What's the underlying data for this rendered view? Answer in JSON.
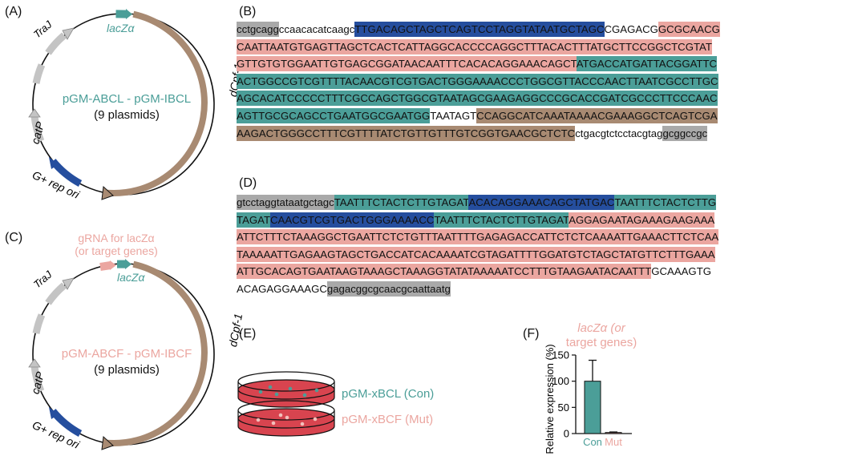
{
  "panels": {
    "A": "(A)",
    "B": "(B)",
    "C": "(C)",
    "D": "(D)",
    "E": "(E)",
    "F": "(F)"
  },
  "plasmidA": {
    "name": "pGM-ABCL - pGM-IBCL",
    "count": "(9 plasmids)",
    "features": {
      "traJ": "TraJ",
      "lacZ": "lacZα",
      "dcpf1": "dCpf-1",
      "catP": "catP",
      "rep": "G+ rep ori"
    }
  },
  "plasmidC": {
    "name": "pGM-ABCF - pGM-IBCF",
    "count": "(9 plasmids)",
    "grna_line1": "gRNA for lacZα",
    "grna_line2": "(or target genes)",
    "features": {
      "traJ": "TraJ",
      "lacZ": "lacZα",
      "dcpf1": "dCpf-1",
      "catP": "catP",
      "rep": "G+ rep ori"
    }
  },
  "sequenceB": [
    [
      [
        "g",
        "cctgcagg"
      ],
      [
        "w",
        "ccaacacatcaagc"
      ],
      [
        "b",
        "TTGACAGCTAGCTCAGTCCTAGGTATAATGCTAGC"
      ],
      [
        "w",
        "CGAGACG"
      ],
      [
        "p",
        "GCGCAACG"
      ]
    ],
    [
      [
        "p",
        "CAATTAATGTGAGTTAGCTCACTCATTAGGCACCCCAGGCTTTACACTTTATGCTTCCGGCTCGTAT"
      ]
    ],
    [
      [
        "p",
        "GTTGTGTGGAATTGTGAGCGGATAACAATTTCACACAGGAAACAGCT"
      ],
      [
        "t",
        "ATGACCATGATTACGGATTC"
      ]
    ],
    [
      [
        "t",
        "ACTGGCCGTCGTTTTACAACGTCGTGACTGGGAAAACCCTGGCGTTACCCAACTTAATCGCCTTGC"
      ]
    ],
    [
      [
        "t",
        "AGCACATCCCCCTTTCGCCAGCTGGCGTAATAGCGAAGAGGCCCGCACCGATCGCCCTTCCCAAC"
      ]
    ],
    [
      [
        "t",
        "AGTTGCGCAGCCTGAATGGCGAATGG"
      ],
      [
        "w",
        "TAATAGT"
      ],
      [
        "br",
        "CCAGGCATCAAATAAAACGAAAGGCTCAGTCGA"
      ]
    ],
    [
      [
        "br",
        "AAGACTGGGCCTTTCGTTTTATCTGTTGTTTGTCGGTGAACGCTCTC"
      ],
      [
        "w",
        "ctgacgtctcctacgtag"
      ],
      [
        "g",
        "gcggccgc"
      ]
    ]
  ],
  "sequenceD": [
    [
      [
        "g",
        "gtcctaggtataatgctagc"
      ],
      [
        "t",
        "TAATTTCTACTCTTGTAGAT"
      ],
      [
        "b",
        "ACACAGGAAACAGCTATGAC"
      ],
      [
        "t",
        "TAATTTCTACTCTTG"
      ]
    ],
    [
      [
        "t",
        "TAGAT"
      ],
      [
        "b",
        "CAACGTCGTGACTGGGAAAACC"
      ],
      [
        "t",
        "TAATTTCTACTCTTGTAGAT"
      ],
      [
        "p",
        "AGGAGAATAGAAAGAAGAAA"
      ]
    ],
    [
      [
        "p",
        "ATTCTTTCTAAAGGCTGAATTCTCTGTTTAATTTTGAGAGACCATTCTCTCAAAATTGAAACTTCTCAA"
      ]
    ],
    [
      [
        "p",
        "TAAAAATTGAGAAGTAGCTGACCATCACAAAATCGTAGATTTTGGATGTCTAGCTATGTTCTTTGAAA"
      ]
    ],
    [
      [
        "p",
        "ATTGCACAGTGAATAAGTAAAGCTAAAGGTATATAAAAATCCTTTGTAAGAATACAATTT"
      ],
      [
        "w",
        "GCAAAGTG"
      ]
    ],
    [
      [
        "w",
        "ACAGAGGAAAGC"
      ],
      [
        "g",
        "gagacggcgcaacgcaattaatg"
      ]
    ]
  ],
  "dishes": {
    "con": "pGM-xBCL (Con)",
    "mut": "pGM-xBCF (Mut)"
  },
  "chart_data": {
    "type": "bar",
    "title": "lacZα (or target genes)",
    "title_line1": "lacZα (or",
    "title_line2": "target genes)",
    "categories": [
      "Con",
      "Mut"
    ],
    "values": [
      100,
      2
    ],
    "errors": [
      40,
      1
    ],
    "ylabel": "Relative expression (%)",
    "yticks": [
      0,
      50,
      100,
      150
    ],
    "ylim": [
      0,
      150
    ],
    "colors": [
      "#4b9e98",
      "#eba6a0"
    ]
  },
  "colors": {
    "teal": "#4b9e98",
    "pink": "#eba6a0",
    "brown": "#a88a72",
    "blue": "#254e9e",
    "gray": "#a9a9a9"
  }
}
